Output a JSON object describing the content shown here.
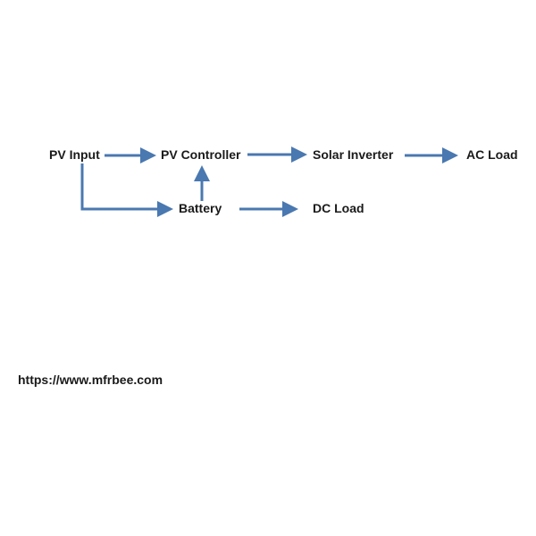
{
  "diagram": {
    "nodes": {
      "pv_input": "PV Input",
      "pv_controller": "PV Controller",
      "solar_inverter": "Solar Inverter",
      "ac_load": "AC Load",
      "battery": "Battery",
      "dc_load": "DC Load"
    },
    "edges": [
      {
        "from": "PV Input",
        "to": "PV Controller"
      },
      {
        "from": "PV Controller",
        "to": "Solar Inverter"
      },
      {
        "from": "Solar Inverter",
        "to": "AC Load"
      },
      {
        "from": "PV Input",
        "to": "Battery"
      },
      {
        "from": "Battery",
        "to": "PV Controller"
      },
      {
        "from": "Battery",
        "to": "DC Load"
      }
    ],
    "arrow_color": "#4a78b0"
  },
  "footer": {
    "url_text": "https://www.mfrbee.com"
  }
}
